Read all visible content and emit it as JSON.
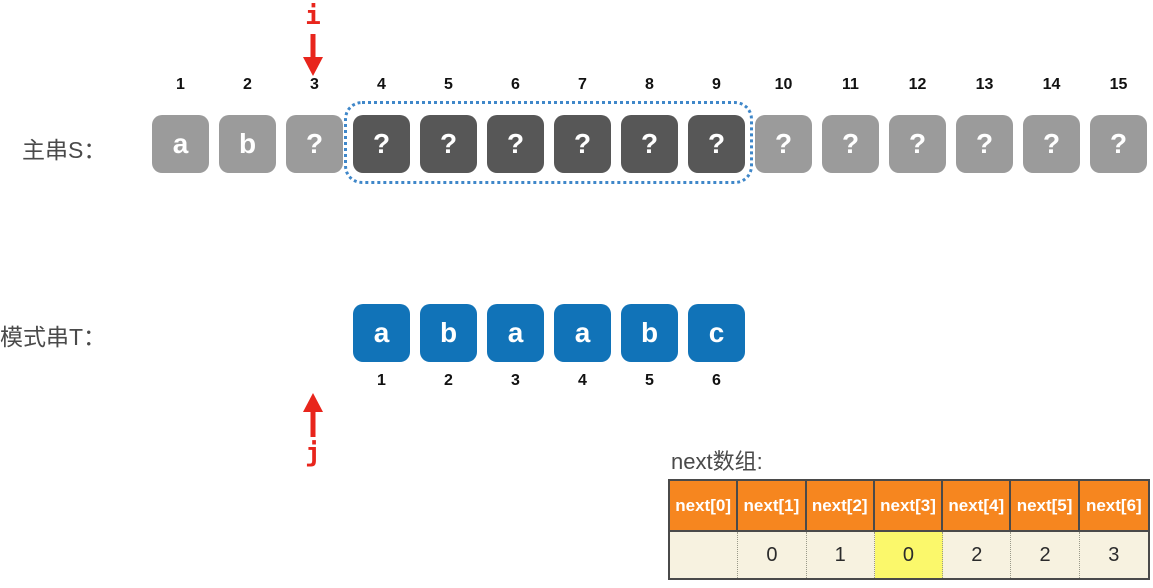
{
  "pointers": {
    "i": "i",
    "j": "j"
  },
  "labels": {
    "main_string": "主串S：",
    "pattern_string": "模式串T：",
    "next_array_title": "next数组:"
  },
  "main_string": {
    "indices": [
      "1",
      "2",
      "3",
      "4",
      "5",
      "6",
      "7",
      "8",
      "9",
      "10",
      "11",
      "12",
      "13",
      "14",
      "15"
    ],
    "chars": [
      "a",
      "b",
      "?",
      "?",
      "?",
      "?",
      "?",
      "?",
      "?",
      "?",
      "?",
      "?",
      "?",
      "?",
      "?"
    ],
    "cell_states": [
      "light",
      "light",
      "light",
      "dark",
      "dark",
      "dark",
      "dark",
      "dark",
      "dark",
      "light",
      "light",
      "light",
      "light",
      "light",
      "light"
    ],
    "dotted_highlight_range": "4-9",
    "i_pointer_position": "3"
  },
  "pattern_string": {
    "indices": [
      "1",
      "2",
      "3",
      "4",
      "5",
      "6"
    ],
    "chars": [
      "a",
      "b",
      "a",
      "a",
      "b",
      "c"
    ],
    "j_pointer_position": "0"
  },
  "next_table": {
    "headers": [
      "next[0]",
      "next[1]",
      "next[2]",
      "next[3]",
      "next[4]",
      "next[5]",
      "next[6]"
    ],
    "values": [
      "",
      "0",
      "1",
      "0",
      "2",
      "2",
      "3"
    ],
    "highlighted_column": 3
  },
  "colors": {
    "main_cell_light": "#9b9b9b",
    "main_cell_dark": "#575757",
    "pattern_cell_blue": "#1173b8",
    "pointer_red": "#e8251c",
    "dotted_box_blue": "#3f87c9",
    "table_header_orange": "#f6861f",
    "table_value_cream": "#f7f2e0",
    "table_highlight_yellow": "#fbf86b"
  }
}
